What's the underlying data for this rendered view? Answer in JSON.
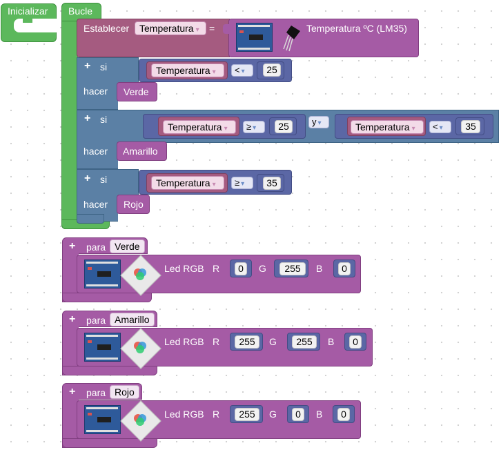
{
  "colors": {
    "setup_loop": "#5cb85c",
    "control": "#5b80a5",
    "logic": "#5b67a5",
    "procedures": "#a55ba5",
    "variables": "#a55b80"
  },
  "init_block": {
    "label": "Inicializar"
  },
  "loop_block": {
    "label": "Bucle"
  },
  "set_block": {
    "label": "Establecer",
    "variable": "Temperatura",
    "equals": "=",
    "sensor_label": "Temperatura ºC (LM35)",
    "sensor_icon": "lm35-temperature-sensor-icon"
  },
  "ifs": [
    {
      "if_label": "si",
      "do_label": "hacer",
      "var": "Temperatura",
      "op": "<",
      "value": "25",
      "call": "Verde"
    },
    {
      "if_label": "si",
      "do_label": "hacer",
      "var1": "Temperatura",
      "op1": "≥",
      "value1": "25",
      "join": "y",
      "var2": "Temperatura",
      "op2": "<",
      "value2": "35",
      "call": "Amarillo"
    },
    {
      "if_label": "si",
      "do_label": "hacer",
      "var": "Temperatura",
      "op": "≥",
      "value": "35",
      "call": "Rojo"
    }
  ],
  "procedures": [
    {
      "label": "para",
      "name": "Verde",
      "led_label": "Led RGB",
      "r_label": "R",
      "g_label": "G",
      "b_label": "B",
      "r": "0",
      "g": "255",
      "b": "0"
    },
    {
      "label": "para",
      "name": "Amarillo",
      "led_label": "Led RGB",
      "r_label": "R",
      "g_label": "G",
      "b_label": "B",
      "r": "255",
      "g": "255",
      "b": "0"
    },
    {
      "label": "para",
      "name": "Rojo",
      "led_label": "Led RGB",
      "r_label": "R",
      "g_label": "G",
      "b_label": "B",
      "r": "255",
      "g": "0",
      "b": "0"
    }
  ],
  "icons": {
    "plus": "+",
    "dropdown": "▾"
  }
}
